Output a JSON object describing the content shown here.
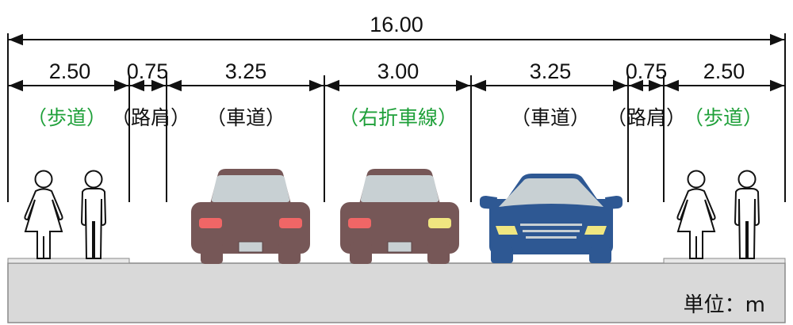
{
  "title": "Road cross-section",
  "total_width": "16.00",
  "segments": [
    {
      "width": "2.50",
      "label": "（歩道）",
      "type": "sidewalk"
    },
    {
      "width": "0.75",
      "label": "（路肩）",
      "type": "shoulder"
    },
    {
      "width": "3.25",
      "label": "（車道）",
      "type": "lane"
    },
    {
      "width": "3.00",
      "label": "（右折車線）",
      "type": "right-turn-lane"
    },
    {
      "width": "3.25",
      "label": "（車道）",
      "type": "lane"
    },
    {
      "width": "0.75",
      "label": "（路肩）",
      "type": "shoulder"
    },
    {
      "width": "2.50",
      "label": "（歩道）",
      "type": "sidewalk"
    }
  ],
  "unit_label": "単位：m",
  "colors": {
    "highlight_label": "#1fa03a",
    "car_brown": "#765757",
    "car_blue": "#2e5893",
    "window": "#c8d0d3",
    "tail_light": "#f06666",
    "turn_signal": "#f0e680",
    "ground": "#d9d9d9"
  }
}
